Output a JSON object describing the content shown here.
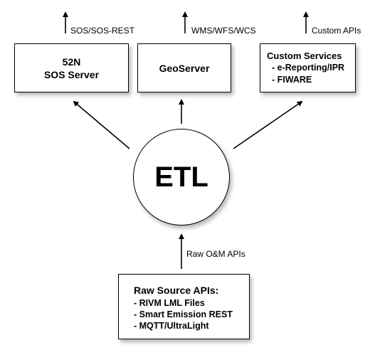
{
  "nodes": {
    "sos": {
      "lines": [
        "52N",
        "SOS Server"
      ]
    },
    "geoserver": {
      "label": "GeoServer"
    },
    "custom": {
      "title": "Custom Services",
      "items": [
        "- e-Reporting/IPR",
        "- FIWARE"
      ]
    },
    "etl": {
      "label": "ETL"
    },
    "raw": {
      "title": "Raw Source APIs:",
      "items": [
        "- RIVM LML Files",
        "- Smart Emission REST",
        "- MQTT/UltraLight"
      ]
    }
  },
  "edges": {
    "sos_out": "SOS/SOS-REST",
    "geo_out": "WMS/WFS/WCS",
    "custom_out": "Custom APIs",
    "raw_in": "Raw O&M APIs"
  },
  "colors": {
    "stroke": "#000000",
    "background": "#ffffff"
  }
}
